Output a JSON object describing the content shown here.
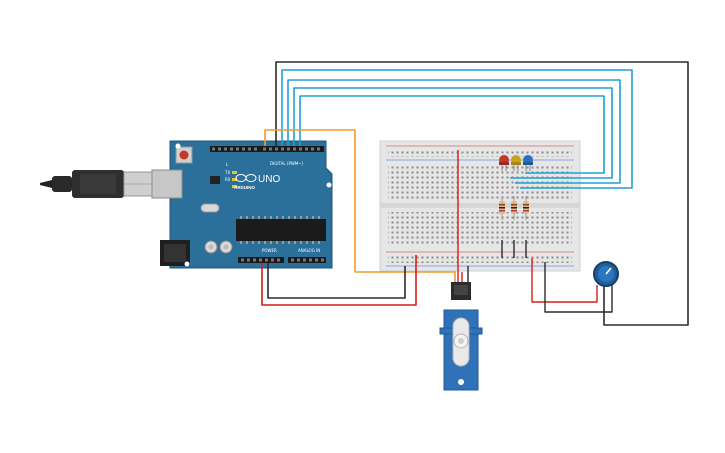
{
  "arduino": {
    "model_label": "UNO",
    "brand_label": "ARDUINO",
    "digital_header_label": "DIGITAL (PWM~)",
    "power_header_label": "POWER",
    "analog_header_label": "ANALOG IN",
    "tx_label": "TX",
    "rx_label": "RX",
    "l_label": "L"
  },
  "colors": {
    "board": "#2b6f9b",
    "board_dark": "#1f5579",
    "wire_blue": "#1da1d0",
    "wire_orange": "#f39a2c",
    "wire_red": "#d81b1b",
    "wire_black": "#2b2b2b",
    "breadboard": "#eaeaea",
    "servo": "#2f72b8",
    "led_red": "#c0392b",
    "led_yellow": "#c9a21f",
    "led_blue": "#2a6fbf",
    "pot": "#1f5f9c"
  },
  "components": {
    "leds": [
      "red-led",
      "yellow-led",
      "blue-led"
    ],
    "resistors": 3,
    "servo": "servo-motor",
    "potentiometer": "potentiometer"
  }
}
